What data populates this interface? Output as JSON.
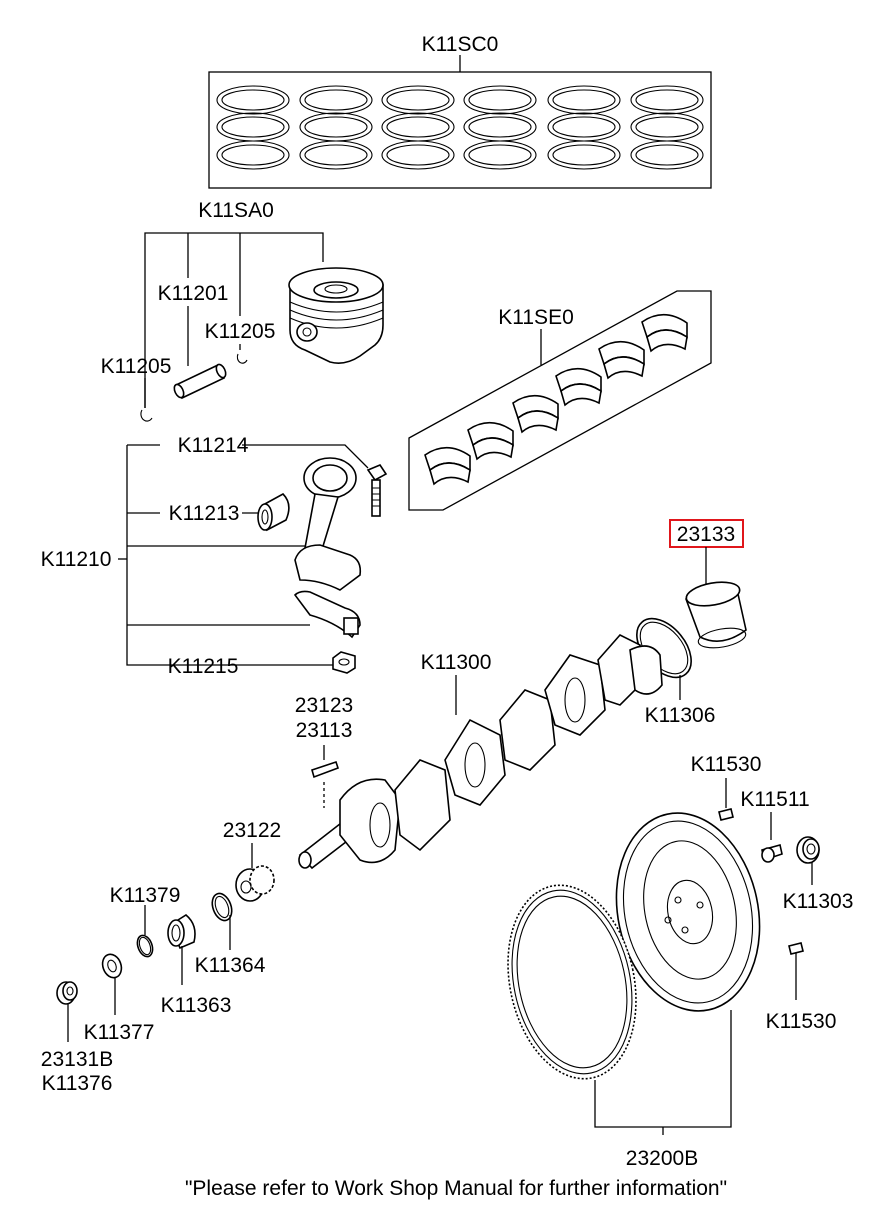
{
  "labels": {
    "k11sc0": "K11SC0",
    "k11sa0": "K11SA0",
    "k11201": "K11201",
    "k11205_a": "K11205",
    "k11205_b": "K11205",
    "k11se0": "K11SE0",
    "k11214": "K11214",
    "k11213": "K11213",
    "k11210": "K11210",
    "k11215": "K11215",
    "p23133": "23133",
    "k11300": "K11300",
    "k11306": "K11306",
    "p23123": "23123",
    "p23113": "23113",
    "p23122": "23122",
    "k11530_a": "K11530",
    "k11511": "K11511",
    "k11303": "K11303",
    "k11379": "K11379",
    "k11364": "K11364",
    "k11363": "K11363",
    "k11377": "K11377",
    "p23131b": "23131B",
    "k11376": "K11376",
    "k11530_b": "K11530",
    "p23200b": "23200B"
  },
  "highlighted_part": "23133",
  "highlight_color": "#e0161b",
  "footer_note": "\"Please refer to Work Shop Manual for further information\""
}
